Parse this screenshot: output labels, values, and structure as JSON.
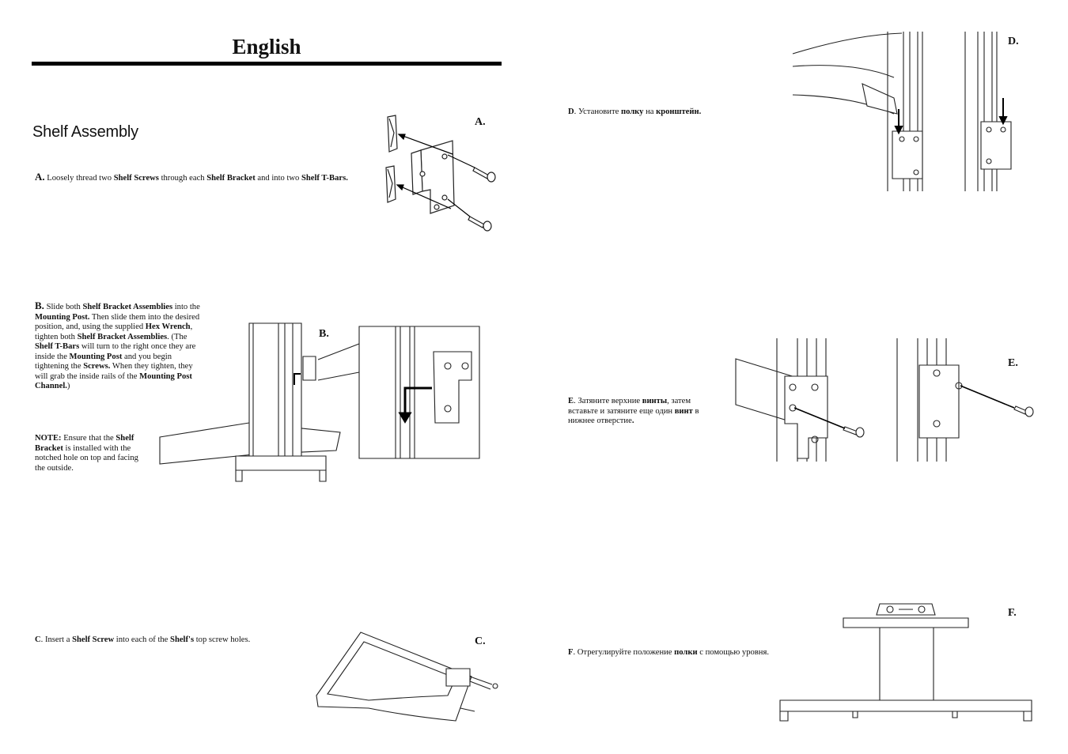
{
  "header": {
    "title": "English"
  },
  "section": {
    "title": "Shelf Assembly"
  },
  "steps": {
    "a": {
      "letter": "A.",
      "t1": " Loosely thread two ",
      "b1": "Shelf Screws",
      "t2": " through each ",
      "b2": "Shelf Bracket",
      "t3": " and into two ",
      "b3": "Shelf T-Bars.",
      "label": "A."
    },
    "b": {
      "letter": "B.",
      "t1": " Slide both ",
      "b1": "Shelf Bracket Assemblies",
      "t2": " into the ",
      "b2": "Mounting Post.",
      "t3": "  Then slide them into the desired position, and, using the supplied ",
      "b3": "Hex Wrench",
      "t4": ", tighten both ",
      "b4": "Shelf Bracket Assemblies",
      "t5": ". (The ",
      "b5": "Shelf T-Bars",
      "t6": " will turn to the right once they are inside the ",
      "b6": "Mounting Post",
      "t7": " and you begin tightening the ",
      "b7": "Screws.",
      "t8": "   When they tighten, they will grab the inside rails of the ",
      "b8": "Mounting Post Channel.",
      "t9": ")",
      "label": "B."
    },
    "note": {
      "b1": "NOTE:",
      "t1": " Ensure that the ",
      "b2": "Shelf Bracket",
      "t2": " is installed with the notched hole on top and facing the outside."
    },
    "c": {
      "letter": "C",
      "t1": ".   Insert a ",
      "b1": "Shelf Screw",
      "t2": " into each of the ",
      "b2": "Shelf's",
      "t3": " top screw holes.",
      "label": "C."
    },
    "d": {
      "letter": "D",
      "t1": ".   Установите ",
      "b1": "полку",
      "t2": " на ",
      "b2": "кронштейн.",
      "label": "D."
    },
    "e": {
      "letter": "E",
      "t1": ".   Затяните верхние ",
      "b1": "винты",
      "t2": ", затем вставьте и затяните еще один ",
      "b2": "винт",
      "t3": " в нижнее отверстие",
      "b3": ".",
      "label": "E."
    },
    "f": {
      "letter": "F",
      "t1": ".   Отрегулируйте положение ",
      "b1": "полки",
      "t2": " с помощью уровня.",
      "label": "F."
    }
  }
}
